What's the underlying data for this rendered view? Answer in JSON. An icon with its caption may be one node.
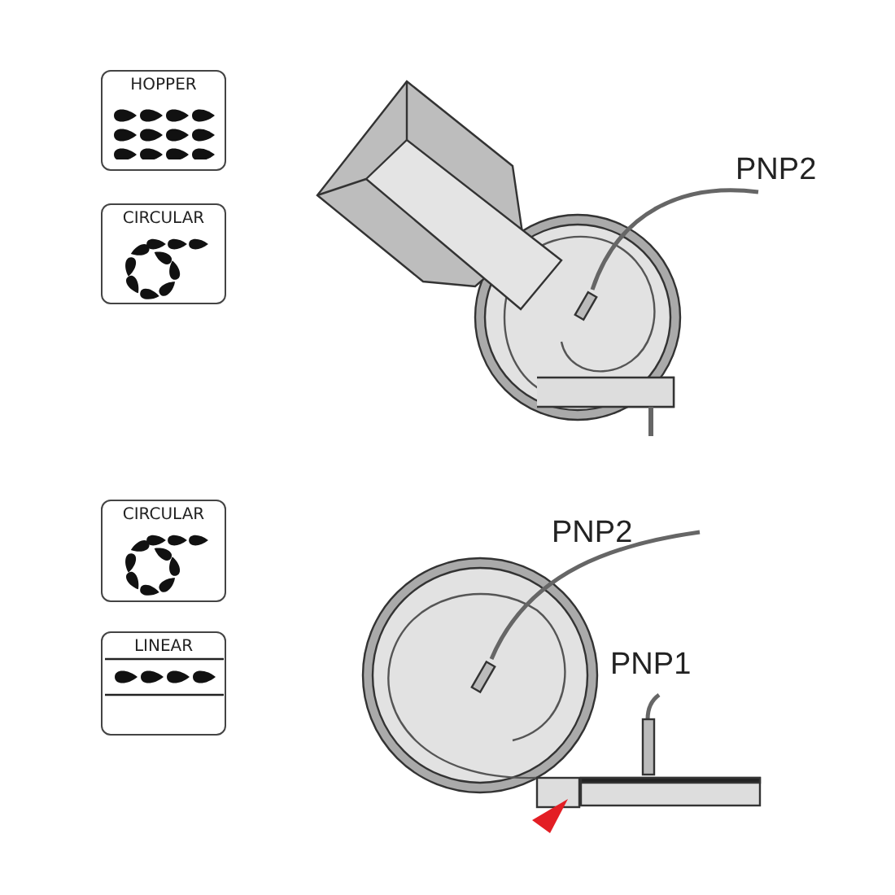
{
  "diagram": {
    "nodes": [
      {
        "text": [
          "HOPPER"
        ]
      },
      {
        "text": [
          "CIRCULAR"
        ]
      },
      {
        "text": [
          "CIRCULAR"
        ]
      },
      {
        "text": [
          "LINEAR"
        ]
      }
    ],
    "labels": [
      "PNP2",
      "PNP2",
      "PNP1"
    ]
  }
}
